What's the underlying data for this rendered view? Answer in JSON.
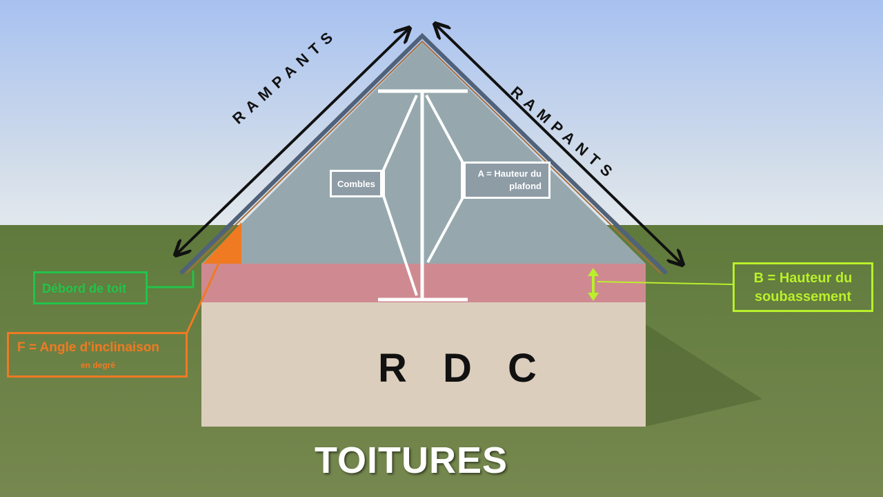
{
  "title": "TOITURES",
  "labels": {
    "rampant_left": "RAMPANTS",
    "rampant_right": "RAMPANTS",
    "combles": "Combles",
    "hauteur_plafond": "A = Hauteur du plafond",
    "debord_toit": "Débord de toit",
    "angle_inclinaison": "F = Angle d'inclinaison",
    "angle_unit": "en degré",
    "hauteur_soubassement": "B = Hauteur du soubassement",
    "rdc": "R D C"
  },
  "colors": {
    "sky_top": "#a9c2ef",
    "sky_bottom": "#dfe7ee",
    "grass": "#6b7f46",
    "gable": "#96a8ad",
    "knee_wall": "#cf8a91",
    "ground_floor": "#dccebd",
    "debord": "#22c34a",
    "angle": "#f07a22",
    "soubassement": "#b9f02b",
    "annotation": "#ffffff",
    "arrows": "#111111"
  }
}
